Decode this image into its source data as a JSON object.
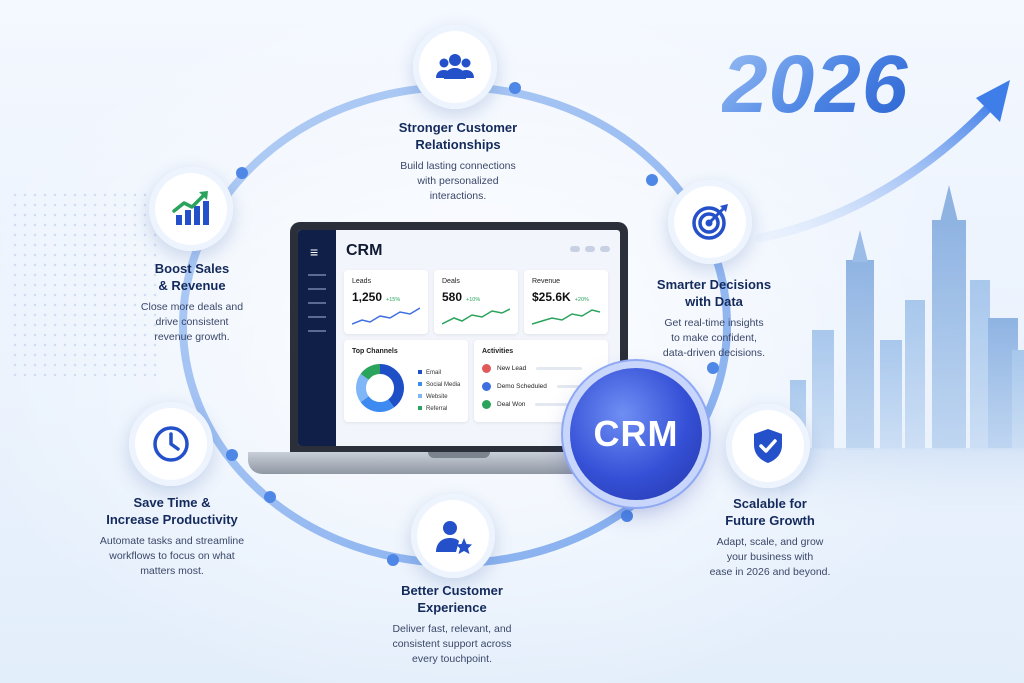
{
  "year": "2026",
  "center_badge": "CRM",
  "features": [
    {
      "icon": "users-group-icon",
      "title_line1": "Stronger Customer",
      "title_line2": "Relationships",
      "desc_line1": "Build lasting connections",
      "desc_line2": "with personalized",
      "desc_line3": "interactions."
    },
    {
      "icon": "target-icon",
      "title_line1": "Smarter Decisions",
      "title_line2": "with Data",
      "desc_line1": "Get real-time insights",
      "desc_line2": "to make confident,",
      "desc_line3": "data-driven decisions."
    },
    {
      "icon": "shield-check-icon",
      "title_line1": "Scalable for",
      "title_line2": "Future Growth",
      "desc_line1": "Adapt, scale, and grow",
      "desc_line2": "your business with",
      "desc_line3": "ease in 2026 and beyond."
    },
    {
      "icon": "user-star-icon",
      "title_line1": "Better Customer",
      "title_line2": "Experience",
      "desc_line1": "Deliver fast, relevant, and",
      "desc_line2": "consistent support across",
      "desc_line3": "every touchpoint."
    },
    {
      "icon": "clock-icon",
      "title_line1": "Save Time &",
      "title_line2": "Increase Productivity",
      "desc_line1": "Automate tasks and streamline",
      "desc_line2": "workflows to focus on what",
      "desc_line3": "matters most."
    },
    {
      "icon": "growth-chart-icon",
      "title_line1": "Boost Sales",
      "title_line2": "& Revenue",
      "desc_line1": "Close more deals and",
      "desc_line2": "drive consistent",
      "desc_line3": "revenue growth."
    }
  ],
  "dashboard": {
    "title": "CRM",
    "menu_icon": "≡",
    "kpis": [
      {
        "label": "Leads",
        "value": "1,250",
        "change": "+15%"
      },
      {
        "label": "Deals",
        "value": "580",
        "change": "+10%"
      },
      {
        "label": "Revenue",
        "value": "$25.6K",
        "change": "+20%"
      }
    ],
    "channels_title": "Top Channels",
    "channels": [
      {
        "name": "Email",
        "color": "#1e4fc7",
        "share": 40
      },
      {
        "name": "Social Media",
        "color": "#3d8bf0",
        "share": 25
      },
      {
        "name": "Website",
        "color": "#7fb6f7",
        "share": 20
      },
      {
        "name": "Referral",
        "color": "#2aa35c",
        "share": 15
      }
    ],
    "activities_title": "Activities",
    "activities": [
      {
        "label": "New Lead",
        "color": "#e05a5a"
      },
      {
        "label": "Demo Scheduled",
        "color": "#3d6fe0"
      },
      {
        "label": "Deal Won",
        "color": "#2aa35c"
      }
    ]
  },
  "colors": {
    "accent": "#2f63d8",
    "navy": "#142a5c",
    "ring": "#7ea8ec"
  }
}
